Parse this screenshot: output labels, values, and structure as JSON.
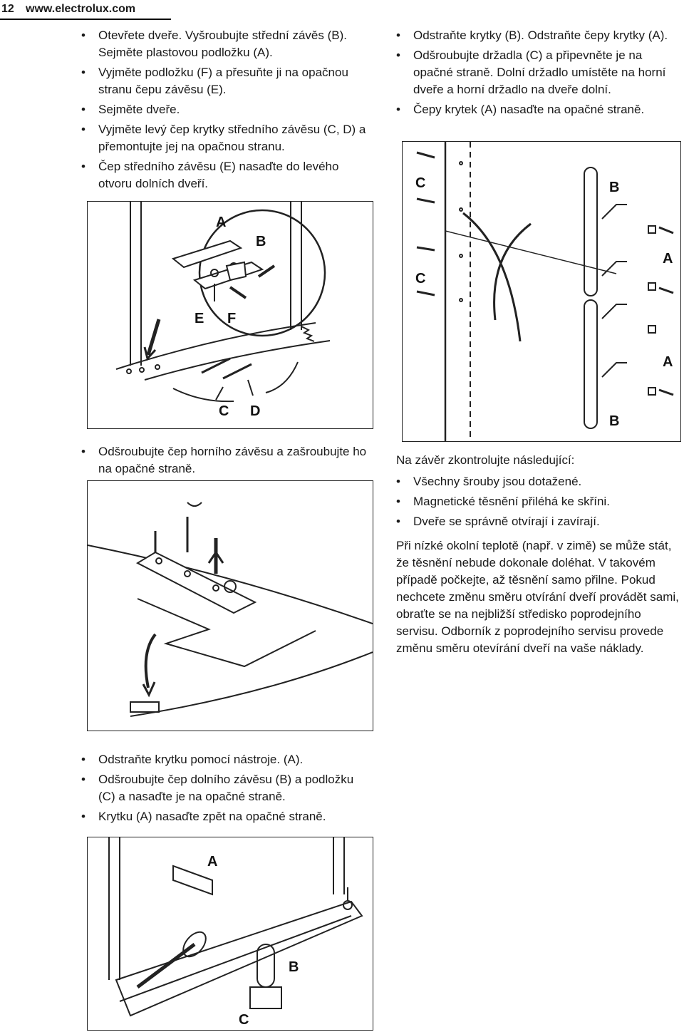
{
  "header": {
    "page_number": "12",
    "url": "www.electrolux.com"
  },
  "left_top": {
    "items": [
      "Otevřete dveře. Vyšroubujte střední závěs (B). Sejměte plastovou podložku (A).",
      "Vyjměte podložku (F) a přesuňte ji na opačnou stranu čepu závěsu (E).",
      "Sejměte dveře.",
      "Vyjměte levý čep krytky středního závěsu (C, D) a přemontujte jej na opačnou stranu.",
      "Čep středního závěsu (E) nasaďte do levého otvoru dolních dveří."
    ]
  },
  "figure1": {
    "labels": [
      "A",
      "B",
      "E",
      "F",
      "C",
      "D"
    ]
  },
  "right_top": {
    "items": [
      "Odstraňte krytky (B). Odstraňte čepy krytky (A).",
      "Odšroubujte držadla (C) a připevněte je na opačné straně. Dolní držadlo umístěte na horní dveře a horní držadlo na dveře dolní.",
      "Čepy krytek (A) nasaďte na opačné straně."
    ]
  },
  "figure2": {
    "labels": [
      "C",
      "B",
      "C",
      "A",
      "A",
      "B"
    ]
  },
  "left_mid": {
    "items": [
      "Odšroubujte čep horního závěsu a zašroubujte ho na opačné straně."
    ]
  },
  "right_mid": {
    "intro": "Na závěr zkontrolujte následující:",
    "items": [
      "Všechny šrouby jsou dotažené.",
      "Magnetické těsnění přiléhá ke skříni.",
      "Dveře se správně otvírají i zavírají."
    ],
    "note": "Při nízké okolní teplotě (např. v zimě) se může stát, že těsnění nebude dokonale doléhat. V takovém případě počkejte, až těsnění samo přilne. Pokud nechcete změnu směru otvírání dveří provádět sami, obraťte se na nejbližší středisko poprodejního servisu. Odborník z poprodejního servisu provede změnu směru otevírání dveří na vaše náklady."
  },
  "left_bottom": {
    "items": [
      "Odstraňte krytku pomocí nástroje. (A).",
      "Odšroubujte čep dolního závěsu (B) a podložku (C) a nasaďte je na opačné straně.",
      "Krytku (A) nasaďte zpět na opačné straně."
    ]
  },
  "figure4": {
    "labels": [
      "A",
      "B",
      "C"
    ]
  }
}
